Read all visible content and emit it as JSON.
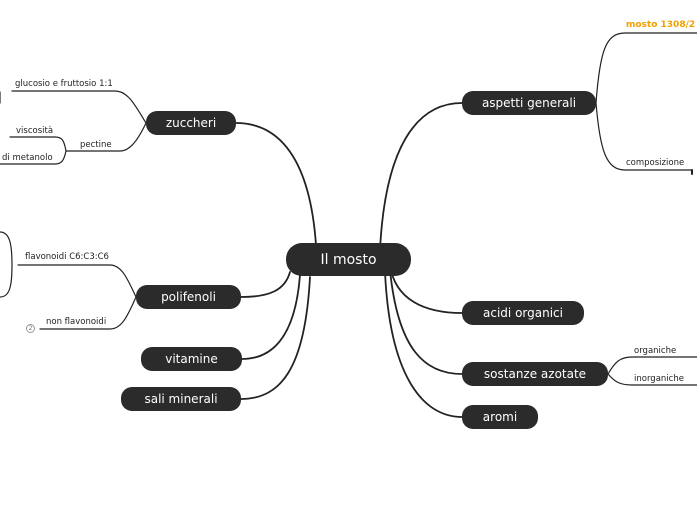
{
  "center": {
    "label": "Il mosto"
  },
  "right": {
    "aspetti_generali": {
      "label": "aspetti generali",
      "children": {
        "mosto_1308": "mosto 1308/2",
        "composizione": "composizione"
      }
    },
    "acidi_organici": {
      "label": "acidi organici"
    },
    "sostanze_azotate": {
      "label": "sostanze azotate",
      "children": {
        "organiche": "organiche",
        "inorganiche": "inorganiche"
      }
    },
    "aromi": {
      "label": "aromi"
    }
  },
  "left": {
    "zuccheri": {
      "label": "zuccheri",
      "children": {
        "glucosio": "glucosio e fruttosio 1:1",
        "pectine": "pectine",
        "viscosita": "viscosità",
        "metanolo": "di metanolo"
      }
    },
    "polifenoli": {
      "label": "polifenoli",
      "children": {
        "flavonoidi": "flavonoidi C6:C3:C6",
        "non_flavonoidi": "non flavonoidi",
        "collapsed_count": "2"
      }
    },
    "vitamine": {
      "label": "vitamine"
    },
    "sali_minerali": {
      "label": "sali minerali"
    }
  },
  "colors": {
    "node_bg": "#2b2b2b",
    "node_text": "#ffffff",
    "line": "#222222",
    "accent": "#f0a000"
  }
}
